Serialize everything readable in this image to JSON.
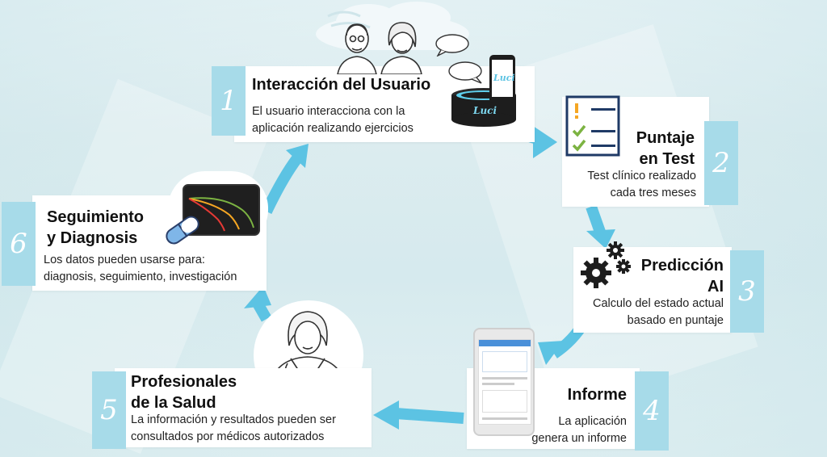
{
  "steps": [
    {
      "number": "1",
      "title": "Interacción del Usuario",
      "description": [
        "El usuario interacciona con la",
        "aplicación realizando ejercicios"
      ]
    },
    {
      "number": "2",
      "title": [
        "Puntaje",
        "en Test"
      ],
      "description": [
        "Test clínico realizado",
        "cada tres meses"
      ]
    },
    {
      "number": "3",
      "title": [
        "Predicción",
        "AI"
      ],
      "description": [
        "Calculo del estado actual",
        "basado en puntaje"
      ]
    },
    {
      "number": "4",
      "title": "Informe",
      "description": [
        "La aplicación",
        "genera un informe"
      ]
    },
    {
      "number": "5",
      "title": [
        "Profesionales",
        "de la Salud"
      ],
      "description": [
        "La información y resultados pueden ser",
        "consultados por médicos autorizados"
      ]
    },
    {
      "number": "6",
      "title": [
        "Seguimiento",
        "y Diagnosis"
      ],
      "description": [
        "Los datos pueden usarse para:",
        "diagnosis, seguimiento, investigación"
      ]
    }
  ],
  "device_labels": {
    "screen": "Luci",
    "speaker": "Luci"
  },
  "icons": [
    "elderly-couple-icon",
    "speech-bubble-icon",
    "smart-speaker-icon",
    "smartphone-icon",
    "checklist-icon",
    "gears-icon",
    "report-phone-icon",
    "doctor-icon",
    "monitor-chart-icon",
    "pill-icon"
  ],
  "colors": {
    "accent": "#a7dbe9",
    "arrow": "#5cc3e3",
    "check": "#7cb342",
    "warning": "#f5a623",
    "list_line": "#1f3a66"
  }
}
